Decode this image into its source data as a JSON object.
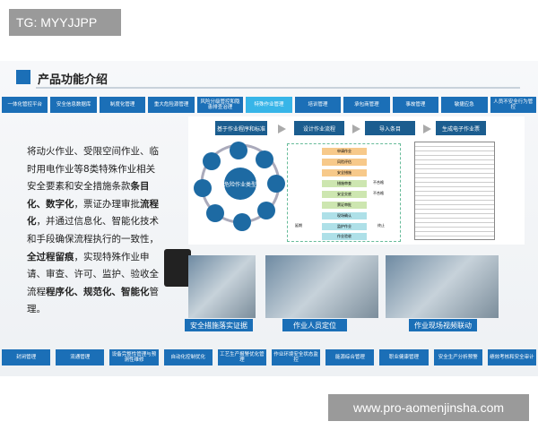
{
  "watermark_top": "TG: MYYJJPP",
  "watermark_bottom": "www.pro-aomenjinsha.com",
  "title": "产品功能介绍",
  "top_nav": [
    "一体化管控平台",
    "安全信息数据库",
    "制度化管理",
    "重大危险源管理",
    "风险分级管控和隐患排查治理",
    "特殊作业管理",
    "培训管理",
    "承包商管理",
    "事故管理",
    "敏捷应急",
    "人员不安全行为管控"
  ],
  "active_tab": "特殊作业管理",
  "description": {
    "p1": "将动火作业、受限空间作业、临时用电作业等8类特殊作业相关安全要素和安全措施条款",
    "b1": "条目化、数字化",
    "p2": "，票证办理审批",
    "b2": "流程化",
    "p3": "，并通过信息化、智能化技术和手段确保流程执行的一致性，",
    "b3": "全过程留痕",
    "p4": "，实现特殊作业申请、审查、许可、监护、验收全流程",
    "b4": "程序化、规范化、智能化",
    "p5": "管理。"
  },
  "steps": [
    "基于作业程序和标准",
    "设计作业流程",
    "导入条目",
    "生成电子作业票"
  ],
  "circle_center": "危险作业类型",
  "flow_items": [
    "申请作业",
    "风险评估",
    "安全措施",
    "措施审查",
    "安全交底",
    "票证审批",
    "现场确认",
    "监护作业",
    "作业验收"
  ],
  "flow_labels": [
    "不合格",
    "不合格",
    "延期",
    "终止"
  ],
  "captions": [
    "安全措施落实证据",
    "作业人员定位",
    "作业现场视频联动"
  ],
  "bottom_nav": [
    "封闭管理",
    "流通管理",
    "设备完整性管理与预测性维修",
    "自动化控制优化",
    "工艺生产报警优化管理",
    "作业环境安全状态监控",
    "能源综合管理",
    "职业健康管理",
    "安全生产分析预警",
    "绩效考核和安全审计"
  ],
  "colors": {
    "primary": "#1b6fb7",
    "active": "#37b5e8"
  }
}
